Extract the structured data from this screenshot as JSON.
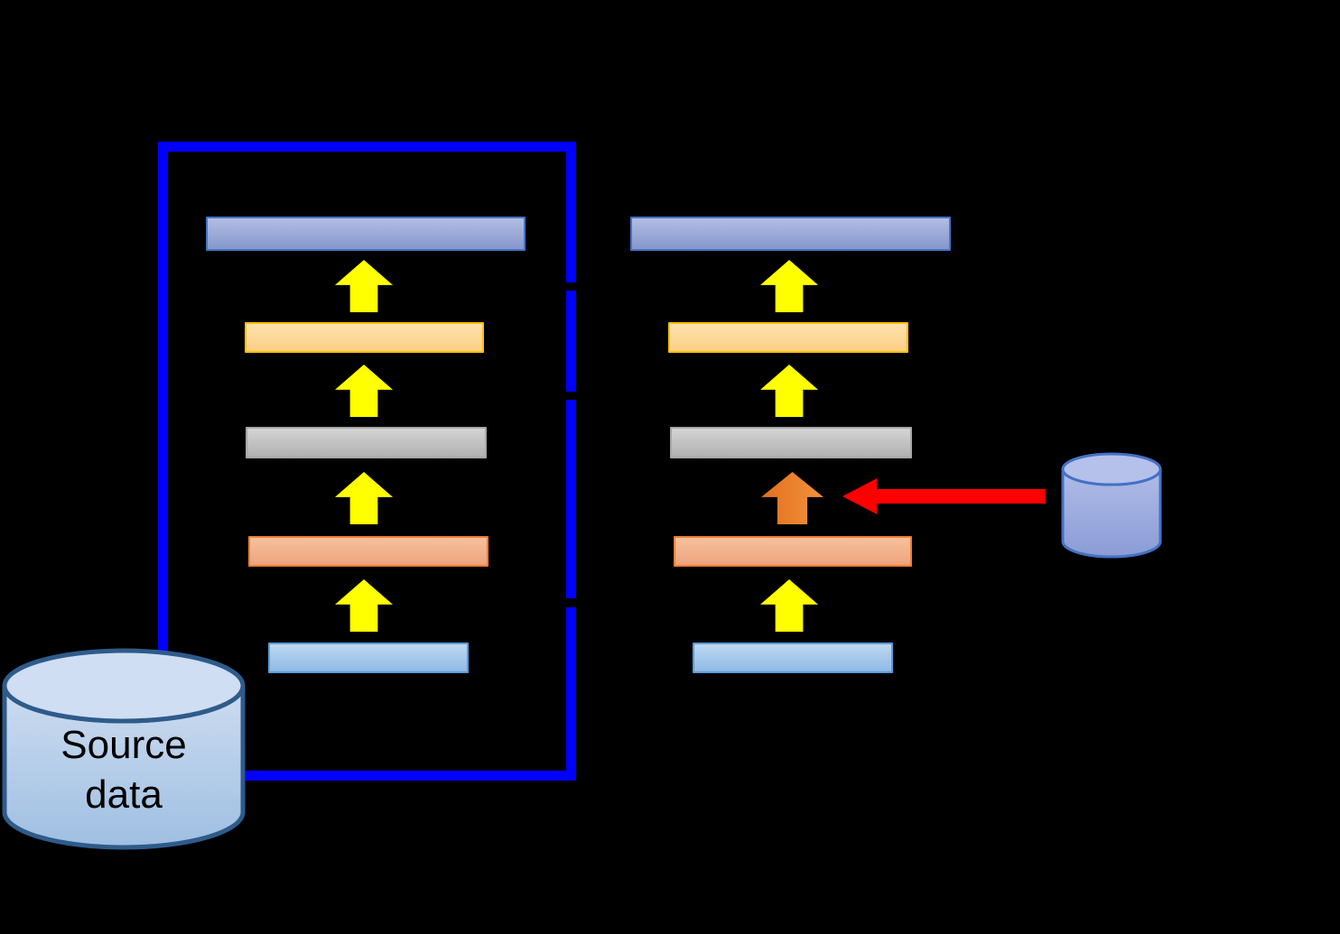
{
  "source_database": {
    "label": "Source\ndata"
  },
  "stacks": {
    "left": {
      "framed": true,
      "layers": [
        "blue",
        "gold",
        "gray",
        "salmon",
        "sky"
      ],
      "arrows": [
        "yellow",
        "yellow",
        "yellow",
        "yellow"
      ]
    },
    "right": {
      "framed": false,
      "layers": [
        "blue",
        "gold",
        "gray",
        "salmon",
        "sky"
      ],
      "arrows": [
        "yellow",
        "yellow",
        "orange",
        "yellow"
      ]
    }
  },
  "injection": {
    "arrow_color": "#ff0000",
    "from": "side-database-cylinder",
    "to": "highlight-up-arrow"
  },
  "colors": {
    "bg": "#000000",
    "frame": "#0000fe",
    "arrow-yellow": "#ffff00",
    "arrow-orange-a": "#e2701a",
    "arrow-orange-b": "#f2923f",
    "arrow-red": "#ff0000",
    "bar-blue-a": "#b2bde3",
    "bar-blue-b": "#8697cc",
    "bar-blue-bd": "#4472c4",
    "bar-gold-a": "#fde3ae",
    "bar-gold-b": "#fccf86",
    "bar-gold-bd": "#ffc000",
    "bar-gray-a": "#d4d4d4",
    "bar-gray-b": "#b1b1b1",
    "bar-gray-bd": "#a6a6a6",
    "bar-salmon-a": "#f8c09e",
    "bar-salmon-b": "#eda47d",
    "bar-salmon-bd": "#ed7d31",
    "bar-sky-a": "#bed8f0",
    "bar-sky-b": "#8fbae6",
    "bar-sky-bd": "#5b9bd5",
    "cyl-source-a": "#cddcf0",
    "cyl-source-b": "#9fbfe2",
    "cyl-source-top": "#cfdef2",
    "cyl-source-bd": "#2e5b8a",
    "cyl-db-a": "#b0bce8",
    "cyl-db-b": "#8b9cd6",
    "cyl-db-top": "#b5c1ea",
    "cyl-db-bd": "#4472c4",
    "label-text": "#000000"
  }
}
